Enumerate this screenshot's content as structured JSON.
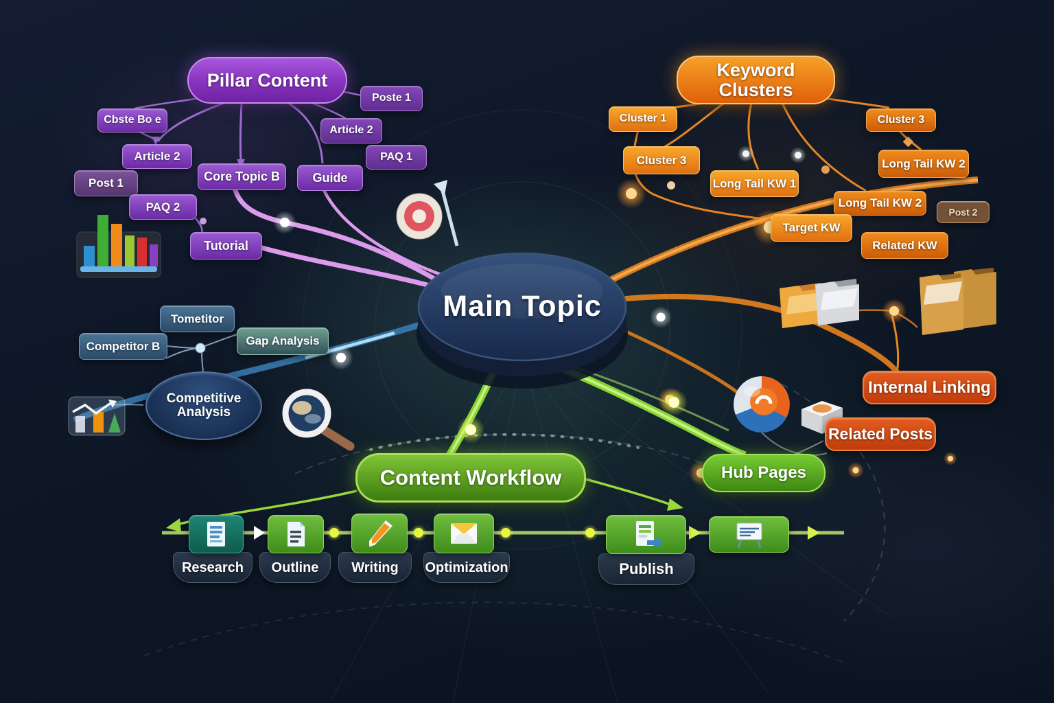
{
  "palette": {
    "background": "#0d1524",
    "purple": "#8a3fc4",
    "orange": "#ec7712",
    "deep_orange": "#d84f1c",
    "blue": "#33557c",
    "teal": "#4e8176",
    "green": "#58a81e",
    "glow_white": "#ffffff",
    "glow_orange": "#ffb850",
    "glow_yellow": "#eaf542"
  },
  "center": {
    "label": "Main Topic"
  },
  "pillar": {
    "label": "Pillar Content",
    "items": [
      {
        "label": "Cbste Bo e"
      },
      {
        "label": "Article 2"
      },
      {
        "label": "Post 1"
      },
      {
        "label": "PAQ 2"
      },
      {
        "label": "Core Topic B"
      },
      {
        "label": "Guide"
      },
      {
        "label": "Tutorial"
      },
      {
        "label": "Poste 1"
      },
      {
        "label": "Article 2"
      },
      {
        "label": "PAQ 1"
      }
    ]
  },
  "keywords": {
    "label": "Keyword Clusters",
    "items": [
      {
        "label": "Cluster 1"
      },
      {
        "label": "Cluster 3"
      },
      {
        "label": "Long Tail KW 1"
      },
      {
        "label": "Long Tail KW 2"
      },
      {
        "label": "Cluster 3"
      },
      {
        "label": "Long Tail KW 2"
      },
      {
        "label": "Post 2"
      },
      {
        "label": "Target KW"
      },
      {
        "label": "Related KW"
      }
    ]
  },
  "competitive": {
    "label": "Competitive Analysis",
    "items": [
      {
        "label": "Tometitor"
      },
      {
        "label": "Competitor B"
      },
      {
        "label": "Gap Analysis"
      }
    ]
  },
  "linking": {
    "items": [
      {
        "label": "Internal Linking"
      },
      {
        "label": "Related Posts"
      }
    ]
  },
  "workflow": {
    "label": "Content Workflow",
    "hub": "Hub Pages",
    "steps": [
      {
        "label": "Research"
      },
      {
        "label": "Outline"
      },
      {
        "label": "Writing"
      },
      {
        "label": "Optimization"
      },
      {
        "label": "Publish"
      }
    ]
  },
  "icons": {
    "names": [
      "bar-chart-icon",
      "stats-icon",
      "magnifier-icon",
      "target-icon",
      "folder-pair-icon",
      "folder-pair-icon",
      "pie-sphere-icon",
      "cube-icon",
      "document-icon",
      "outline-document-icon",
      "pencil-icon",
      "envelope-icon",
      "publish-document-icon",
      "whiteboard-icon"
    ]
  }
}
